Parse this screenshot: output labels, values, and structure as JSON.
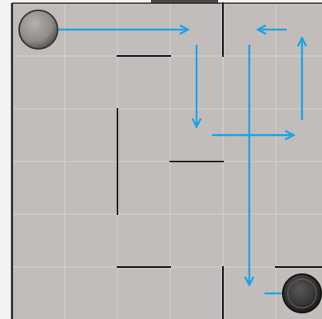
{
  "puzzle": {
    "grid": {
      "cols": 6,
      "rows": 6
    },
    "start_marble": {
      "col": 0,
      "row": 0,
      "color": "#8e8a88"
    },
    "goal_hole": {
      "col": 5,
      "row": 5,
      "color": "#2f2d2d"
    },
    "path_color": "#1aa3e8",
    "walls": [
      {
        "orientation": "vertical",
        "line": 4,
        "span": [
          0,
          0
        ]
      },
      {
        "orientation": "horizontal",
        "line": 1,
        "span": [
          2,
          2
        ]
      },
      {
        "orientation": "vertical",
        "line": 2,
        "span": [
          2,
          3
        ]
      },
      {
        "orientation": "horizontal",
        "line": 3,
        "span": [
          3,
          3
        ]
      },
      {
        "orientation": "horizontal",
        "line": 5,
        "span": [
          2,
          2
        ]
      },
      {
        "orientation": "vertical",
        "line": 4,
        "span": [
          5,
          5
        ]
      },
      {
        "orientation": "horizontal",
        "line": 5,
        "span": [
          5,
          5
        ]
      }
    ],
    "moves": [
      {
        "from": [
          0,
          0
        ],
        "to": [
          3,
          0
        ],
        "direction": "right"
      },
      {
        "from": [
          3,
          0
        ],
        "to": [
          3,
          2
        ],
        "direction": "down"
      },
      {
        "from": [
          3,
          2
        ],
        "to": [
          5,
          2
        ],
        "direction": "right"
      },
      {
        "from": [
          5,
          2
        ],
        "to": [
          5,
          0
        ],
        "direction": "up"
      },
      {
        "from": [
          5,
          0
        ],
        "to": [
          4,
          0
        ],
        "direction": "left"
      },
      {
        "from": [
          4,
          0
        ],
        "to": [
          4,
          5
        ],
        "direction": "down"
      },
      {
        "from": [
          4,
          5
        ],
        "to": [
          5,
          5
        ],
        "direction": "right"
      }
    ]
  }
}
